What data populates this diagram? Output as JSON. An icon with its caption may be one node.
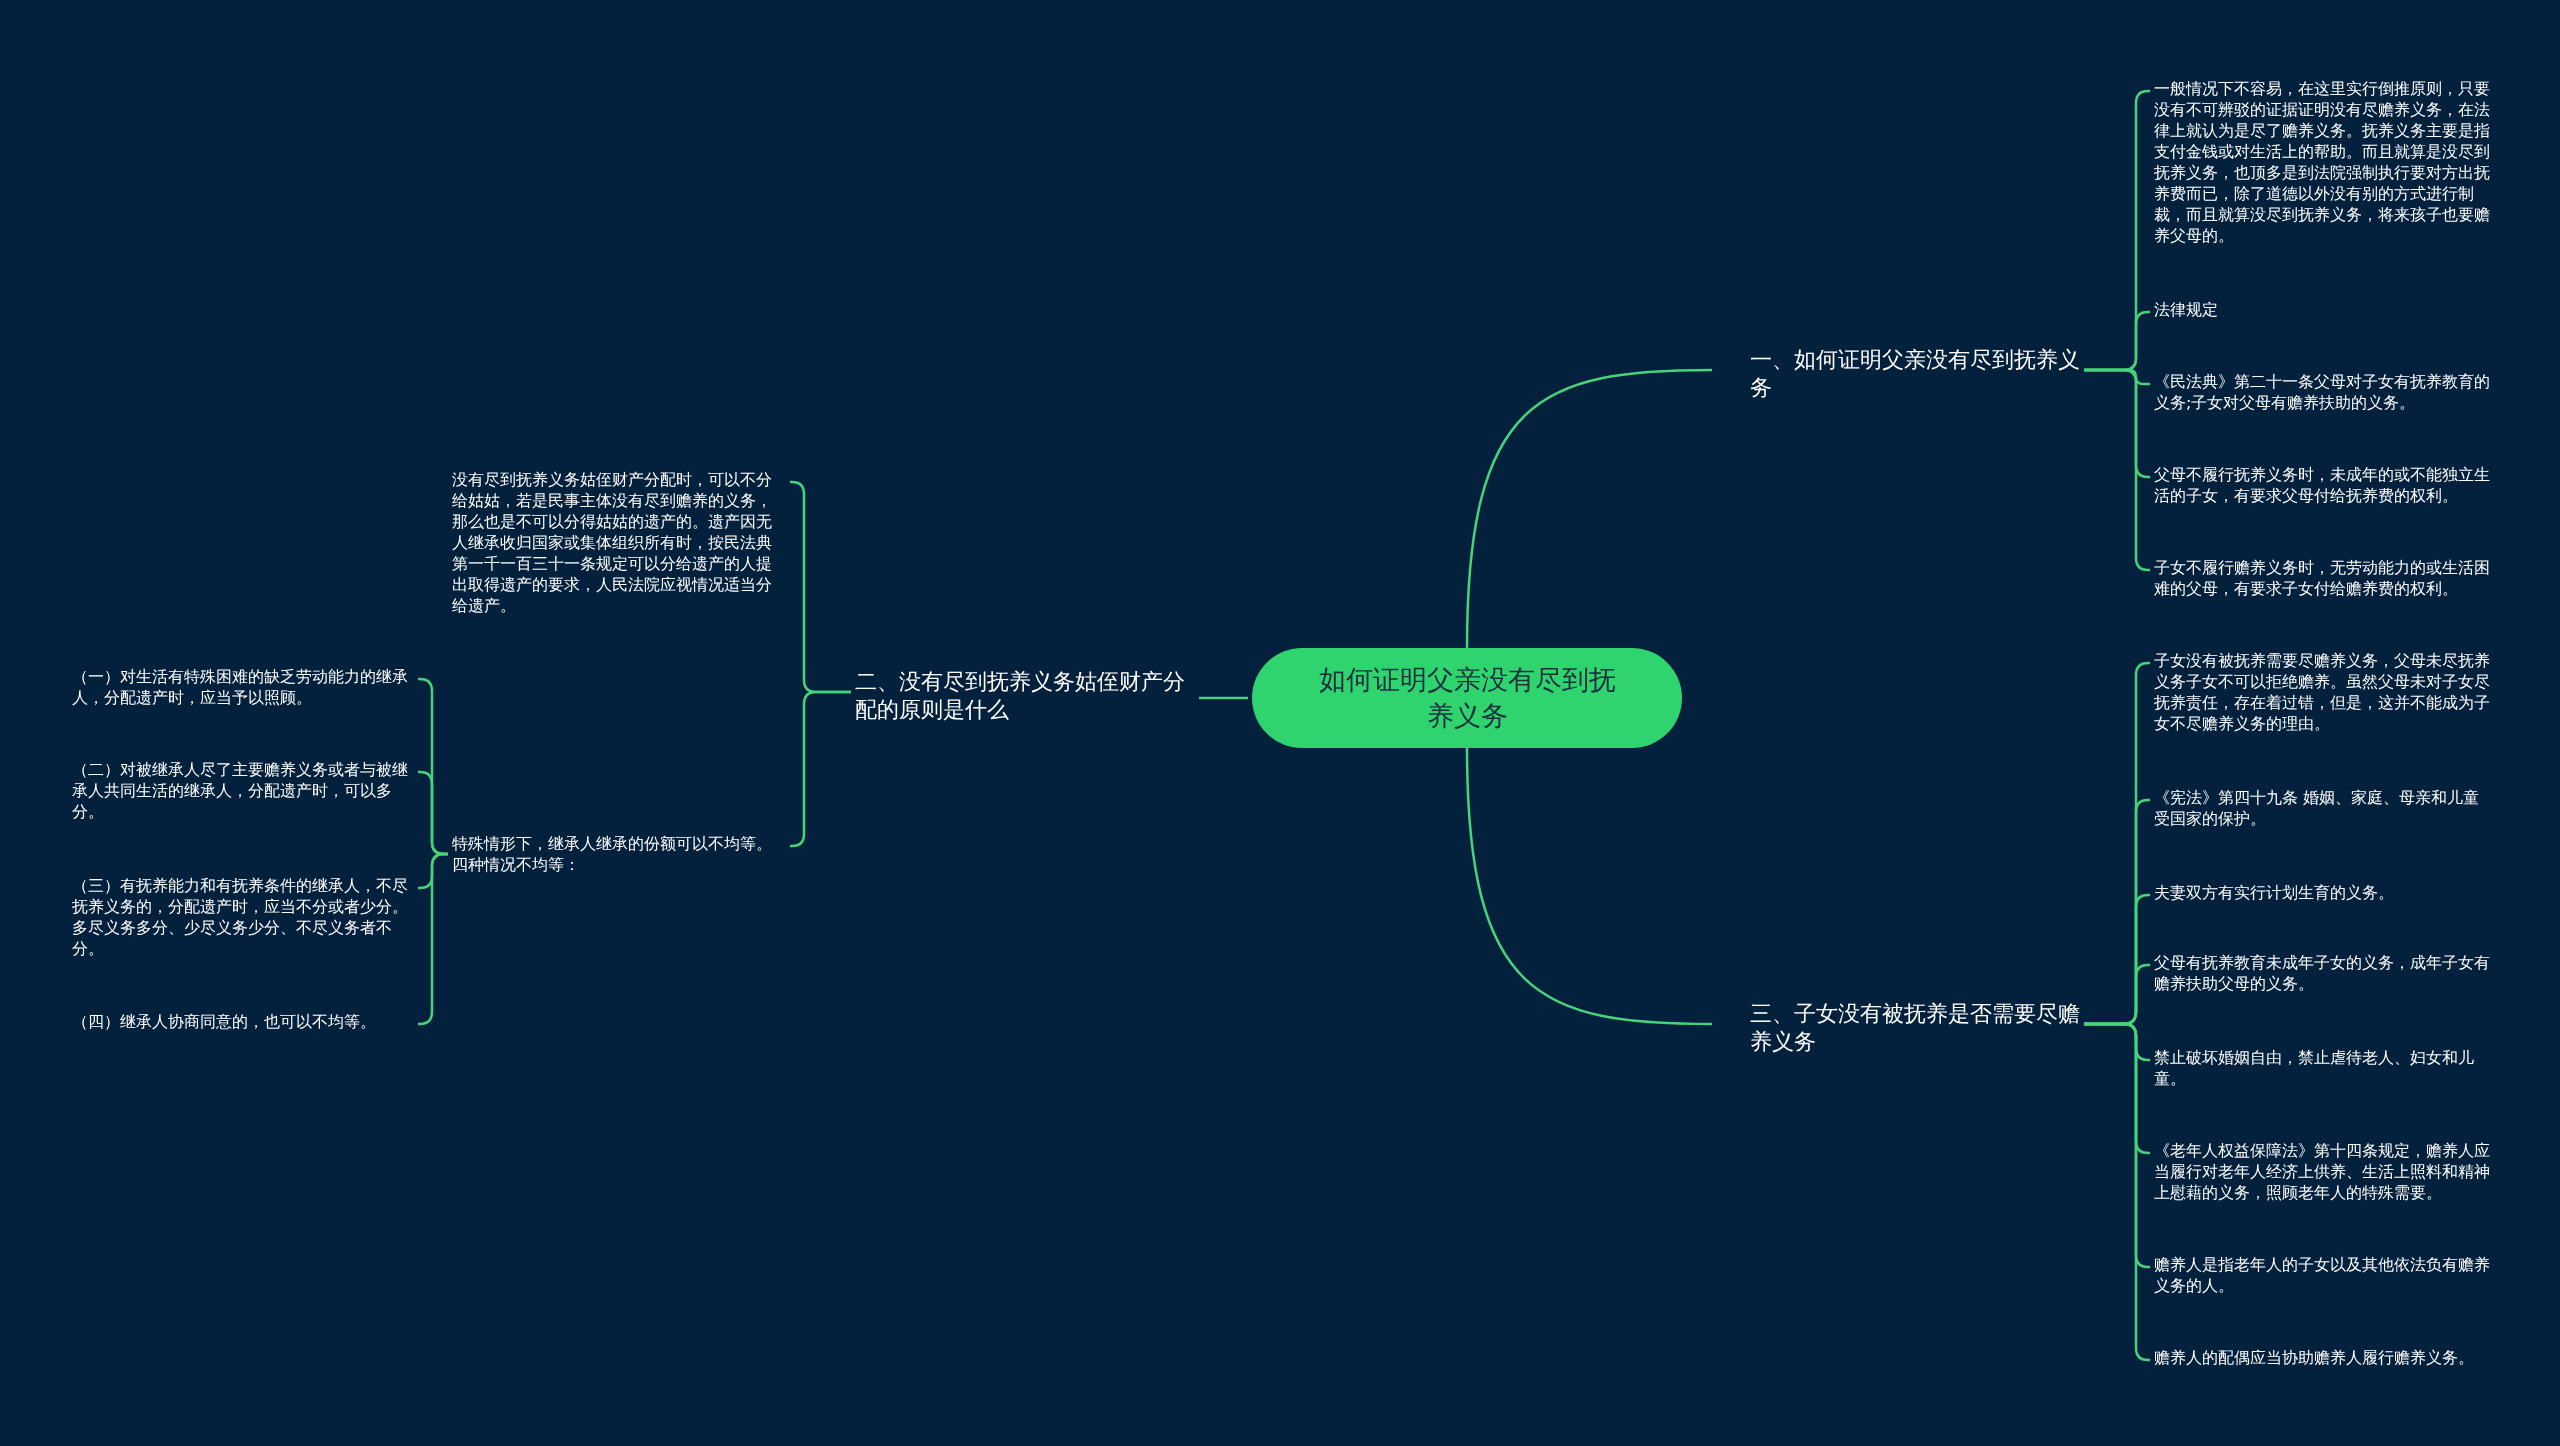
{
  "diagram": {
    "nodes": [
      {
        "text": [
          "如何证明父亲没有尽到抚养义务"
        ]
      },
      {
        "text": [
          "一、如何证明父亲没有尽到抚养义务"
        ]
      },
      {
        "text": [
          "一般情况下不容易，在这里实行倒推原则，只要没有不可辨驳的证据证明没有尽赡养义务，在法律上就认为是尽了赡养义务。抚养义务主要是指支付金钱或对生活上的帮助。而且就算是没尽到抚养义务，也顶多是到法院强制执行要对方出抚养费而已，除了道德以外没有别的方式进行制裁，而且就算没尽到抚养义务，将来孩子也要赡养父母的。"
        ]
      },
      {
        "text": [
          "法律规定"
        ]
      },
      {
        "text": [
          "《民法典》第二十一条父母对子女有抚养教育的义务;子女对父母有赡养扶助的义务。"
        ]
      },
      {
        "text": [
          "父母不履行抚养义务时，未成年的或不能独立生活的子女，有要求父母付给抚养费的权利。"
        ]
      },
      {
        "text": [
          "子女不履行赡养义务时，无劳动能力的或生活困难的父母，有要求子女付给赡养费的权利。"
        ]
      },
      {
        "text": [
          "二、没有尽到抚养义务姑侄财产分配的原则是什么"
        ]
      },
      {
        "text": [
          "没有尽到抚养义务姑侄财产分配时，可以不分给姑姑，若是民事主体没有尽到赡养的义务，那么也是不可以分得姑姑的遗产的。遗产因无人继承收归国家或集体组织所有时，按民法典第一千一百三十一条规定可以分给遗产的人提出取得遗产的要求，人民法院应视情况适当分给遗产。"
        ]
      },
      {
        "text": [
          "特殊情形下，继承人继承的份额可以不均等。",
          "四种情况不均等："
        ]
      },
      {
        "text": [
          "（一）对生活有特殊困难的缺乏劳动能力的继承人，分配遗产时，应当予以照顾。"
        ]
      },
      {
        "text": [
          "（二）对被继承人尽了主要赡养义务或者与被继承人共同生活的继承人，分配遗产时，可以多分。"
        ]
      },
      {
        "text": [
          "（三）有抚养能力和有抚养条件的继承人，不尽抚养义务的，分配遗产时，应当不分或者少分。多尽义务多分、少尽义务少分、不尽义务者不分。"
        ]
      },
      {
        "text": [
          "（四）继承人协商同意的，也可以不均等。"
        ]
      },
      {
        "text": [
          "三、子女没有被抚养是否需要尽赡养义务"
        ]
      },
      {
        "text": [
          "子女没有被抚养需要尽赡养义务，父母未尽抚养义务子女不可以拒绝赡养。虽然父母未对子女尽抚养责任，存在着过错，但是，这并不能成为子女不尽赡养义务的理由。"
        ]
      },
      {
        "text": [
          "《宪法》第四十九条 婚姻、家庭、母亲和儿童受国家的保护。"
        ]
      },
      {
        "text": [
          "夫妻双方有实行计划生育的义务。"
        ]
      },
      {
        "text": [
          "父母有抚养教育未成年子女的义务，成年子女有赡养扶助父母的义务。"
        ]
      },
      {
        "text": [
          "禁止破坏婚姻自由，禁止虐待老人、妇女和儿童。"
        ]
      },
      {
        "text": [
          "《老年人权益保障法》第十四条规定，赡养人应当履行对老年人经济上供养、生活上照料和精神上慰藉的义务，照顾老年人的特殊需要。"
        ]
      },
      {
        "text": [
          "赡养人是指老年人的子女以及其他依法负有赡养义务的人。"
        ]
      },
      {
        "text": [
          "赡养人的配偶应当协助赡养人履行赡养义务。"
        ]
      }
    ],
    "edges": [
      {
        "from": 0,
        "to": 1,
        "arrow": "none"
      },
      {
        "from": 1,
        "to": 2,
        "arrow": "none"
      },
      {
        "from": 1,
        "to": 3,
        "arrow": "none"
      },
      {
        "from": 1,
        "to": 4,
        "arrow": "none"
      },
      {
        "from": 1,
        "to": 5,
        "arrow": "none"
      },
      {
        "from": 1,
        "to": 6,
        "arrow": "none"
      },
      {
        "from": 0,
        "to": 7,
        "arrow": "none"
      },
      {
        "from": 7,
        "to": 8,
        "arrow": "none"
      },
      {
        "from": 7,
        "to": 9,
        "arrow": "none"
      },
      {
        "from": 9,
        "to": 10,
        "arrow": "none"
      },
      {
        "from": 9,
        "to": 11,
        "arrow": "none"
      },
      {
        "from": 9,
        "to": 12,
        "arrow": "none"
      },
      {
        "from": 9,
        "to": 13,
        "arrow": "none"
      },
      {
        "from": 0,
        "to": 14,
        "arrow": "none"
      },
      {
        "from": 14,
        "to": 15,
        "arrow": "none"
      },
      {
        "from": 14,
        "to": 16,
        "arrow": "none"
      },
      {
        "from": 14,
        "to": 17,
        "arrow": "none"
      },
      {
        "from": 14,
        "to": 18,
        "arrow": "none"
      },
      {
        "from": 14,
        "to": 19,
        "arrow": "none"
      },
      {
        "from": 14,
        "to": 20,
        "arrow": "none"
      },
      {
        "from": 14,
        "to": 21,
        "arrow": "none"
      },
      {
        "from": 14,
        "to": 22,
        "arrow": "none"
      }
    ]
  }
}
